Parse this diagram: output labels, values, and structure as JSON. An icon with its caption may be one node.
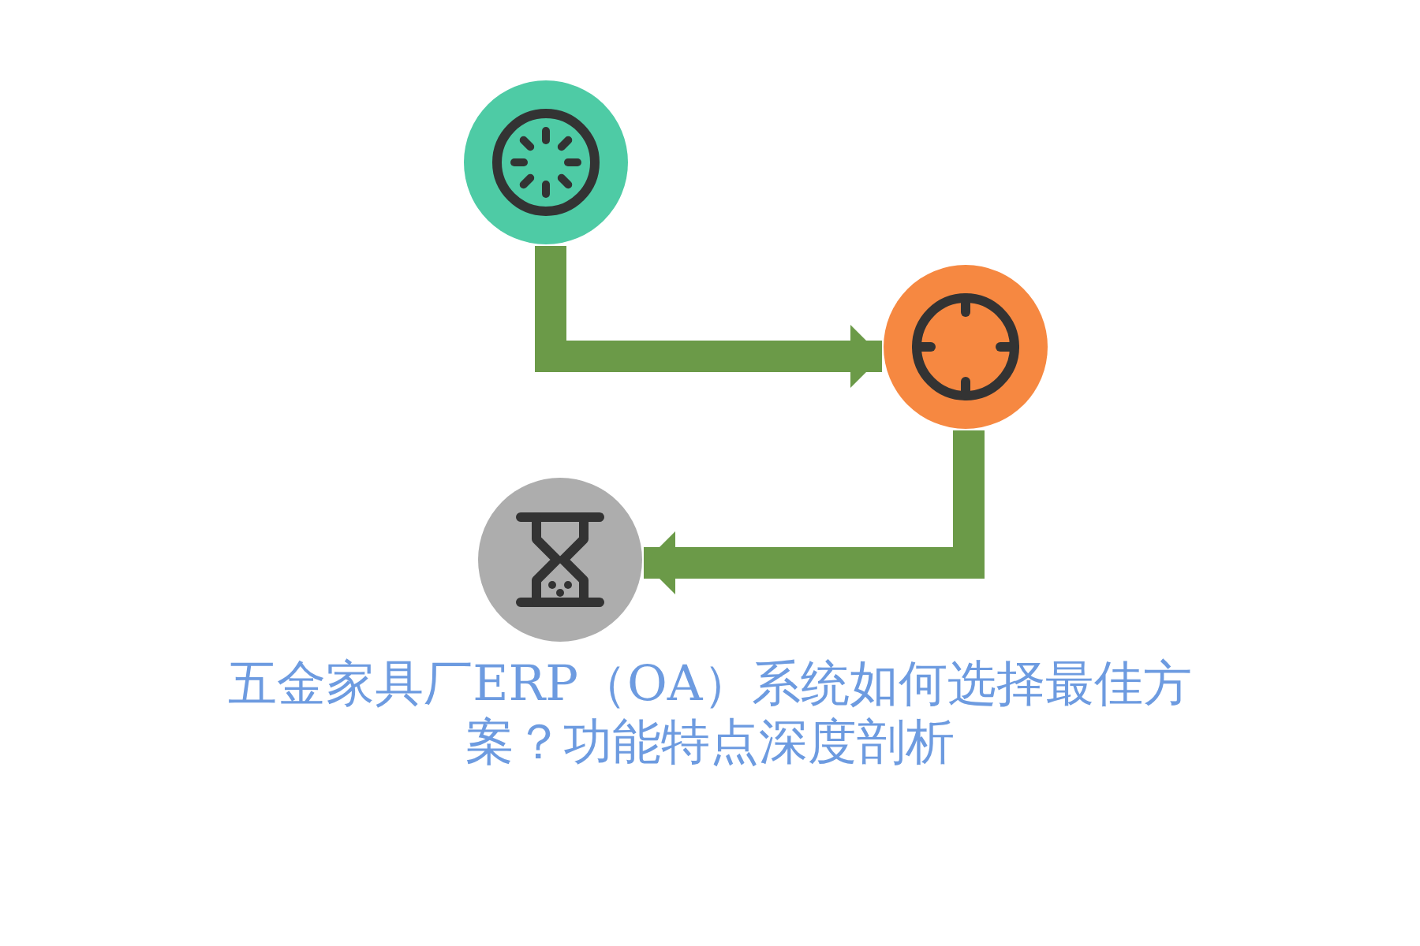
{
  "diagram": {
    "title": "五金家具厂ERP（OA）系统如何选择最佳方案？功能特点深度剖析",
    "nodes": [
      {
        "text": [],
        "shape": "circle"
      },
      {
        "text": [],
        "shape": "circle"
      },
      {
        "text": [],
        "shape": "circle"
      }
    ],
    "edges": [
      {
        "from": 0,
        "to": 1,
        "arrow": "to"
      },
      {
        "from": 1,
        "to": 2,
        "arrow": "to"
      }
    ]
  }
}
